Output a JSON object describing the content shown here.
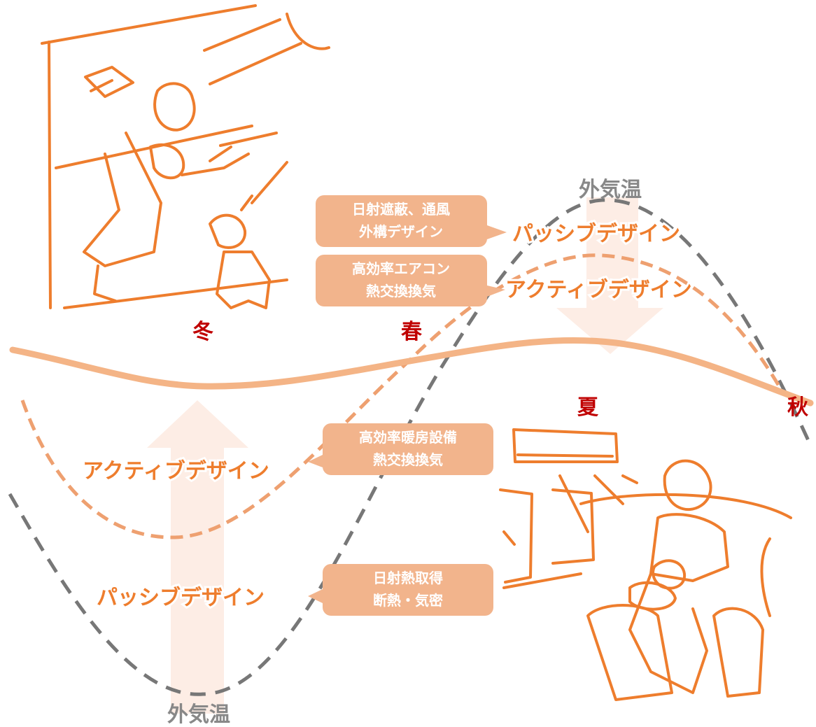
{
  "seasons": {
    "winter": "冬",
    "spring": "春",
    "summer": "夏",
    "autumn": "秋"
  },
  "outdoor_temp_label": "外気温",
  "summer": {
    "passive_label": "パッシブデザイン",
    "passive_measures": [
      "日射遮蔽、通風",
      "外構デザイン"
    ],
    "active_label": "アクティブデザイン",
    "active_measures": [
      "高効率エアコン",
      "熱交換換気"
    ]
  },
  "winter": {
    "active_label": "アクティブデザイン",
    "active_measures": [
      "高効率暖房設備",
      "熱交換換気"
    ],
    "passive_label": "パッシブデザイン",
    "passive_measures": [
      "日射熱取得",
      "断熱・気密"
    ]
  },
  "colors": {
    "season_text": "#c00000",
    "design_text": "#ee7d2d",
    "sketch": "#ee7d2d",
    "box_fill": "#f2b48c",
    "comfort_band": "#f4b486",
    "dashed_active": "#eea070",
    "dashed_outdoor": "#777777",
    "arrow_fill": "#fdebe2"
  },
  "illustrations": [
    "winter-family-icon",
    "summer-aircon-family-icon"
  ]
}
